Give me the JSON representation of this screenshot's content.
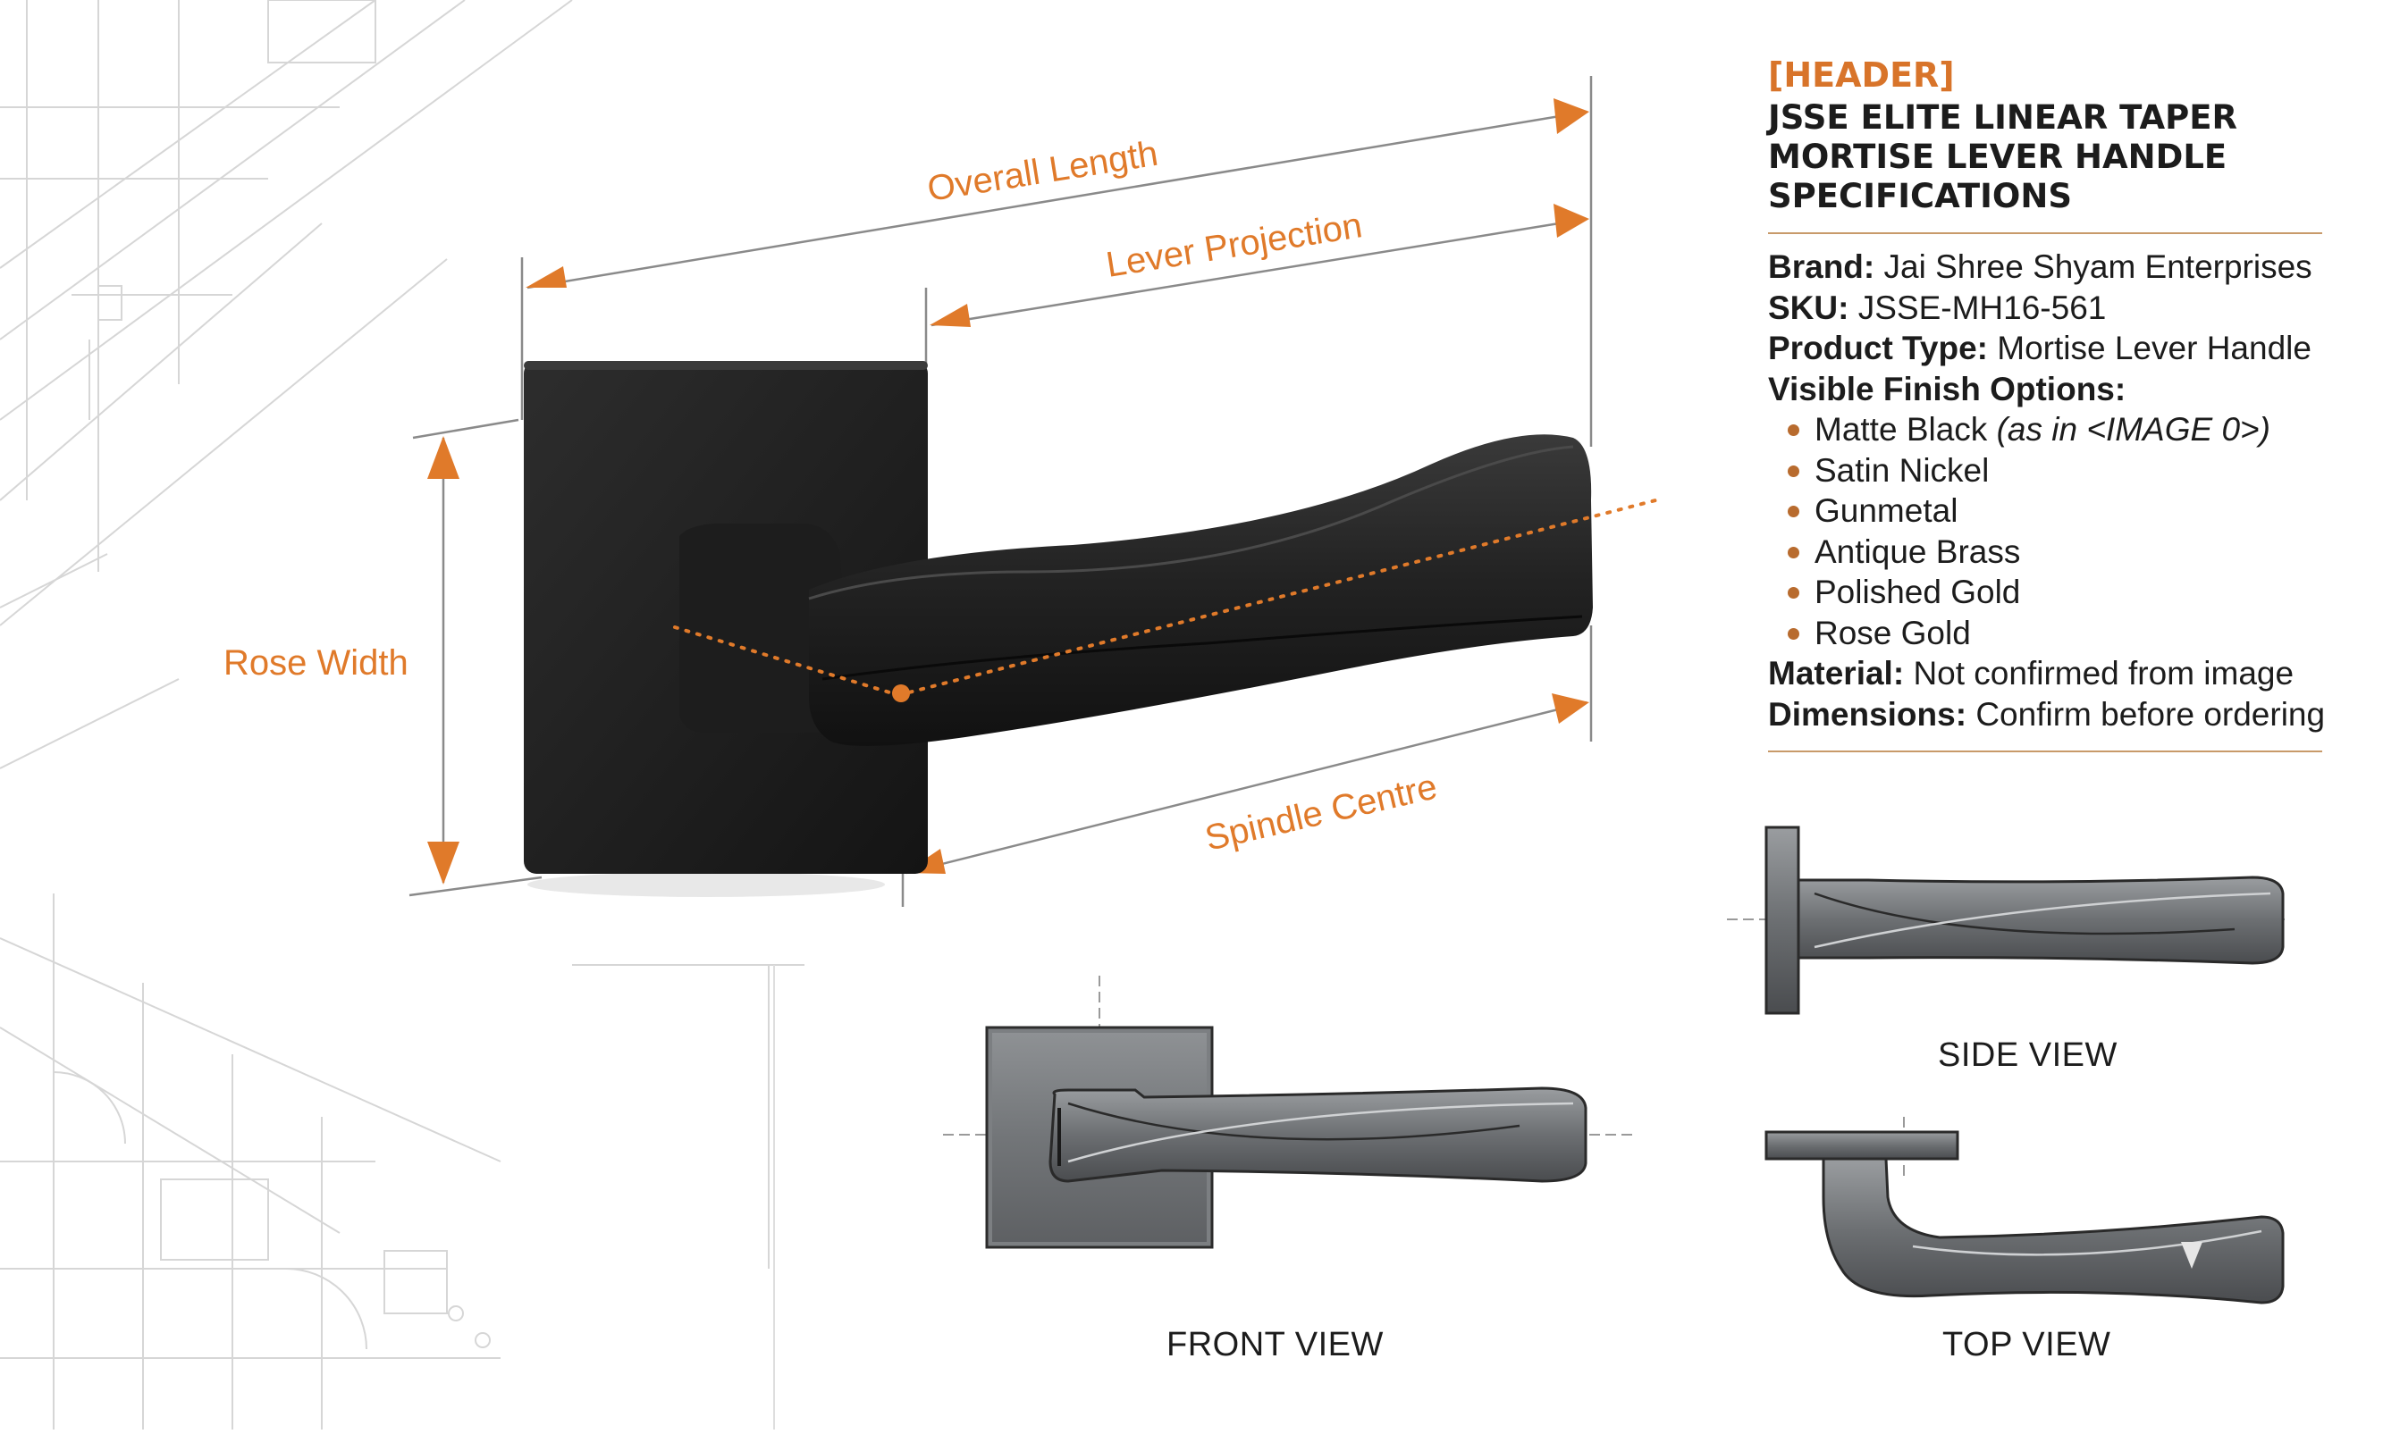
{
  "header_tag": "[HEADER]",
  "title_lines": [
    "JSSE ELITE LINEAR TAPER",
    "MORTISE LEVER HANDLE",
    "SPECIFICATIONS"
  ],
  "specs": {
    "brand_label": "Brand:",
    "brand_value": "Jai Shree Shyam Enterprises",
    "sku_label": "SKU:",
    "sku_value": "JSSE-MH16-561",
    "type_label": "Product Type:",
    "type_value": "Mortise Lever Handle",
    "finish_label": "Visible Finish Options:",
    "finishes": [
      "Matte Black",
      "Satin Nickel",
      "Gunmetal",
      "Antique Brass",
      "Polished Gold",
      "Rose Gold"
    ],
    "finish_note": "(as in <IMAGE 0>)",
    "material_label": "Material:",
    "material_value": "Not confirmed from image",
    "dimensions_label": "Dimensions:",
    "dimensions_value": "Confirm before ordering"
  },
  "dimension_labels": {
    "overall_length": "Overall Length",
    "lever_projection": "Lever Projection",
    "rose_width": "Rose Width",
    "spindle_centre": "Spindle Centre"
  },
  "views": {
    "front": "FRONT VIEW",
    "side": "SIDE VIEW",
    "top": "TOP VIEW"
  },
  "colors": {
    "accent": "#e07a2a",
    "handle_dark": "#1e1e1e",
    "handle_grey": "#6f7275",
    "dim_line": "#7a7a7a",
    "blueprint": "#cfcfcf"
  }
}
